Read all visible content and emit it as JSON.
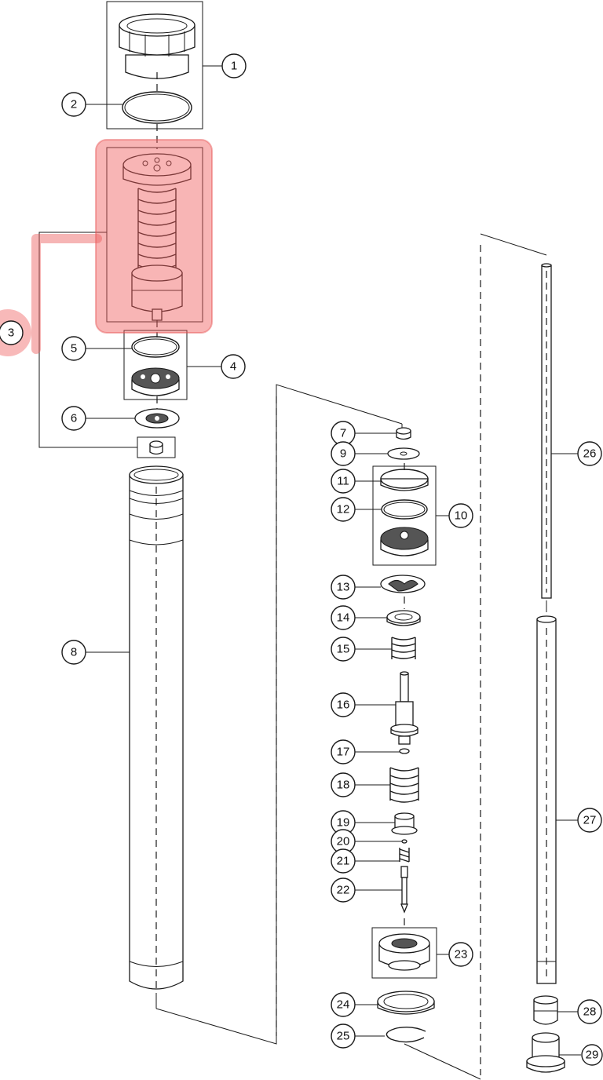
{
  "callouts": [
    "1",
    "2",
    "3",
    "4",
    "5",
    "6",
    "7",
    "8",
    "9",
    "10",
    "11",
    "12",
    "13",
    "14",
    "15",
    "16",
    "17",
    "18",
    "19",
    "20",
    "21",
    "22",
    "23",
    "24",
    "25",
    "26",
    "27",
    "28",
    "29"
  ],
  "highlight": {
    "color": "#f05a5a",
    "target_callout": "3"
  }
}
